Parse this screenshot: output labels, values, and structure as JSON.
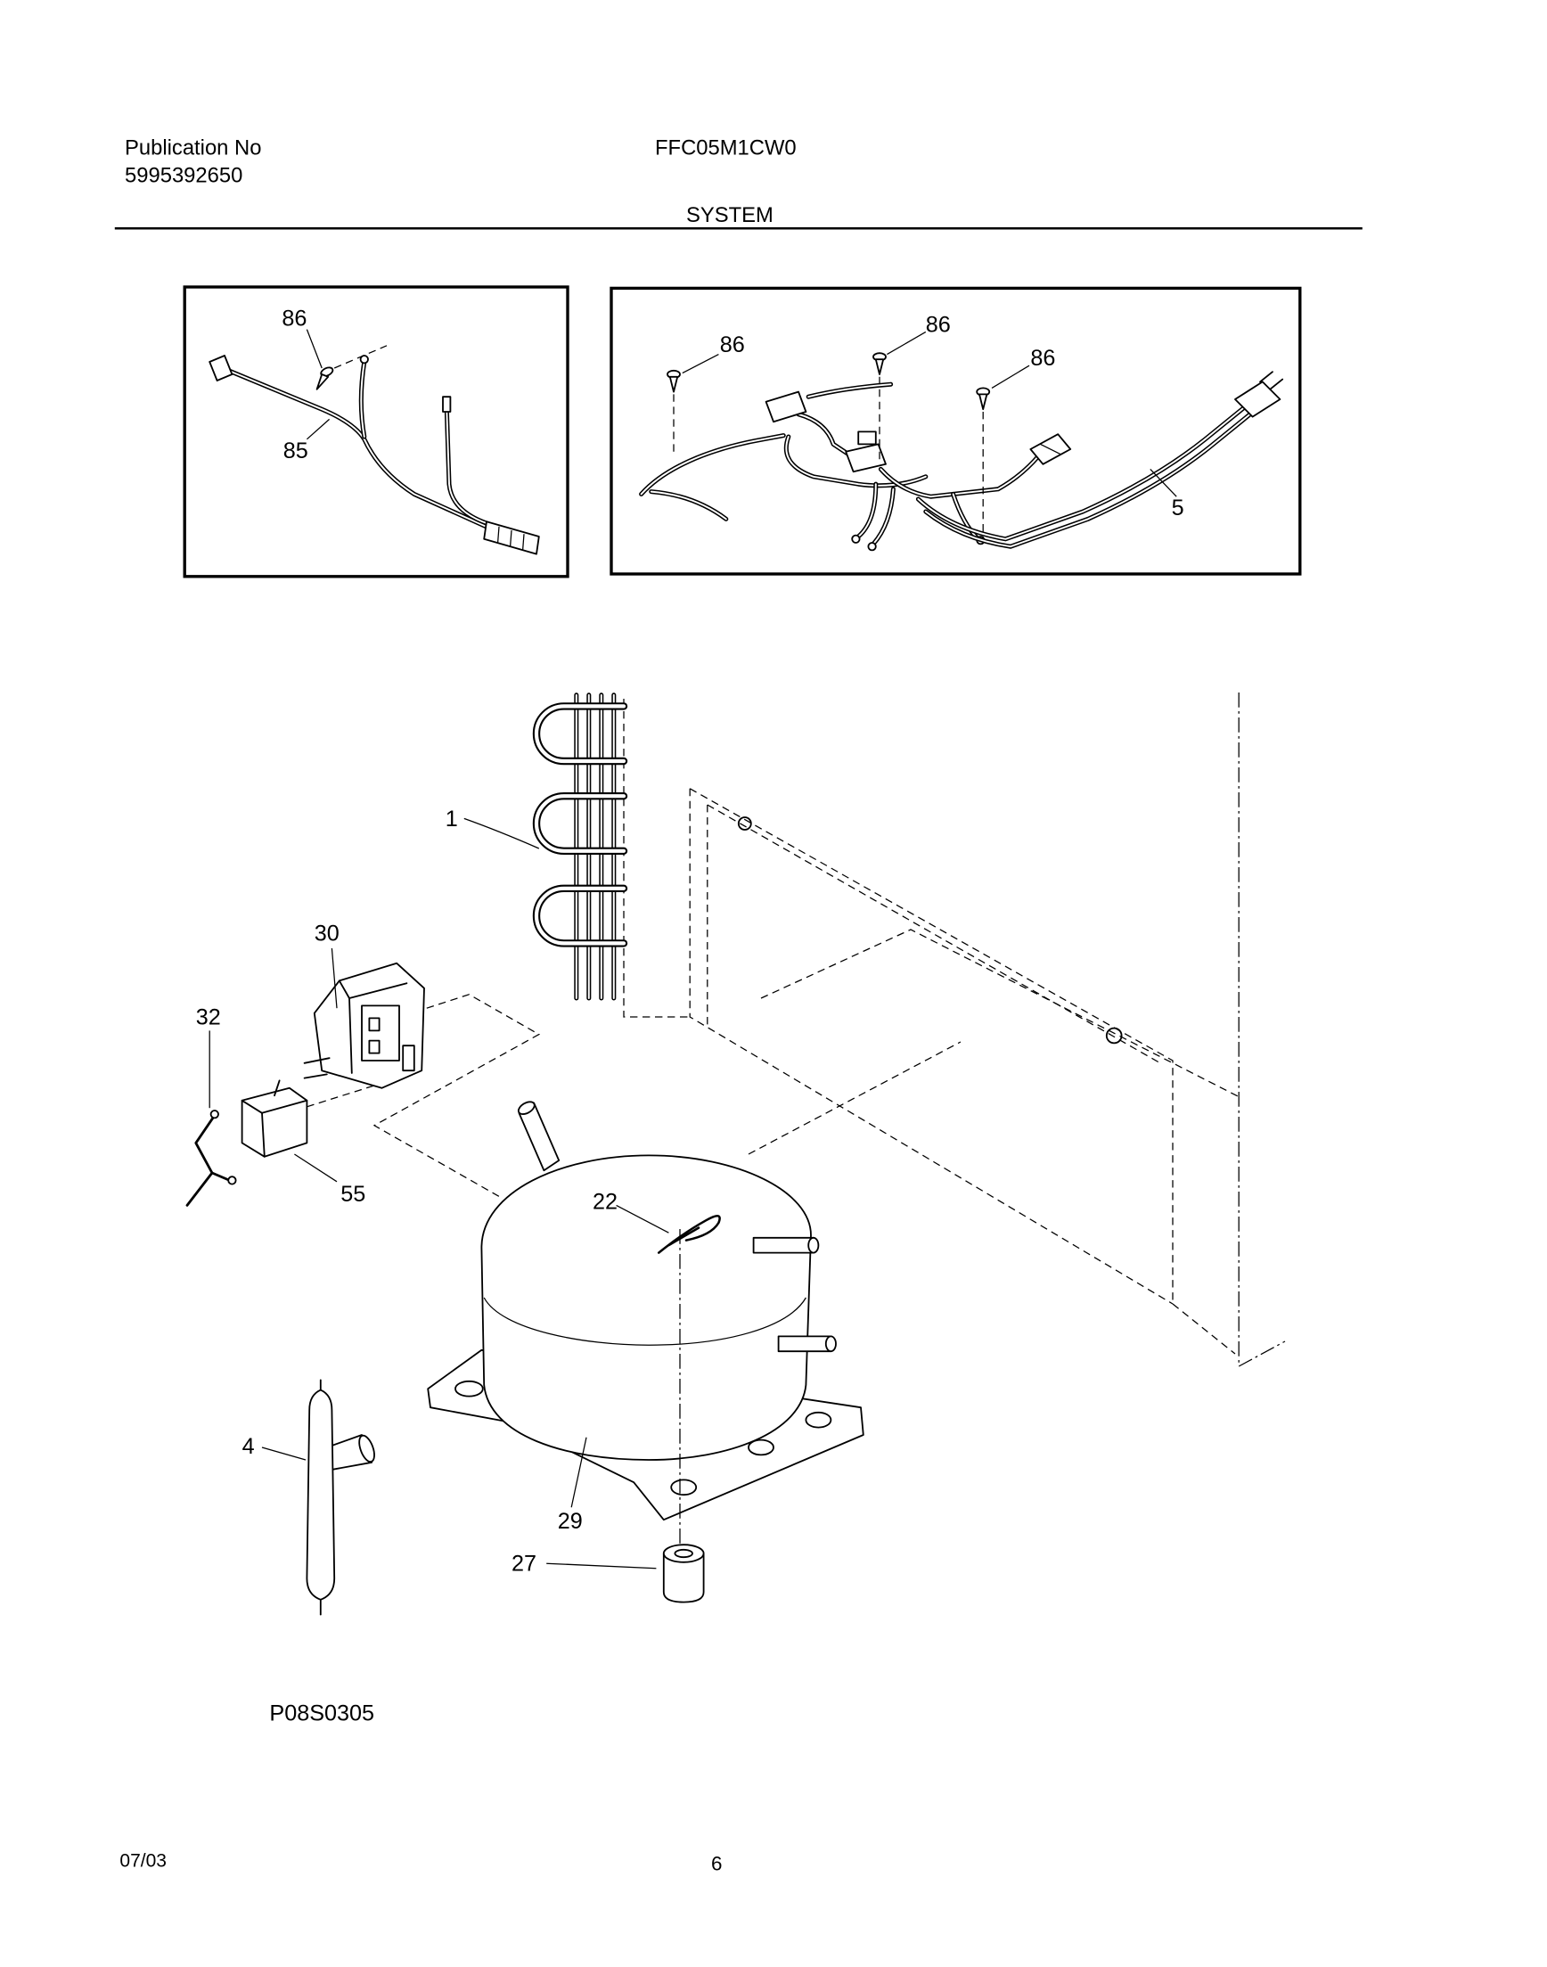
{
  "header": {
    "publication_label": "Publication No",
    "publication_number": "5995392650",
    "model": "FFC05M1CW0",
    "section_title": "SYSTEM"
  },
  "inset_left": {
    "callouts": [
      "86",
      "85"
    ]
  },
  "inset_right": {
    "callouts": [
      "86",
      "86",
      "86",
      "5"
    ]
  },
  "main": {
    "callouts": [
      "1",
      "30",
      "32",
      "55",
      "22",
      "4",
      "29",
      "27"
    ]
  },
  "figure_code": "P08S0305",
  "footer": {
    "date": "07/03",
    "page": "6"
  }
}
